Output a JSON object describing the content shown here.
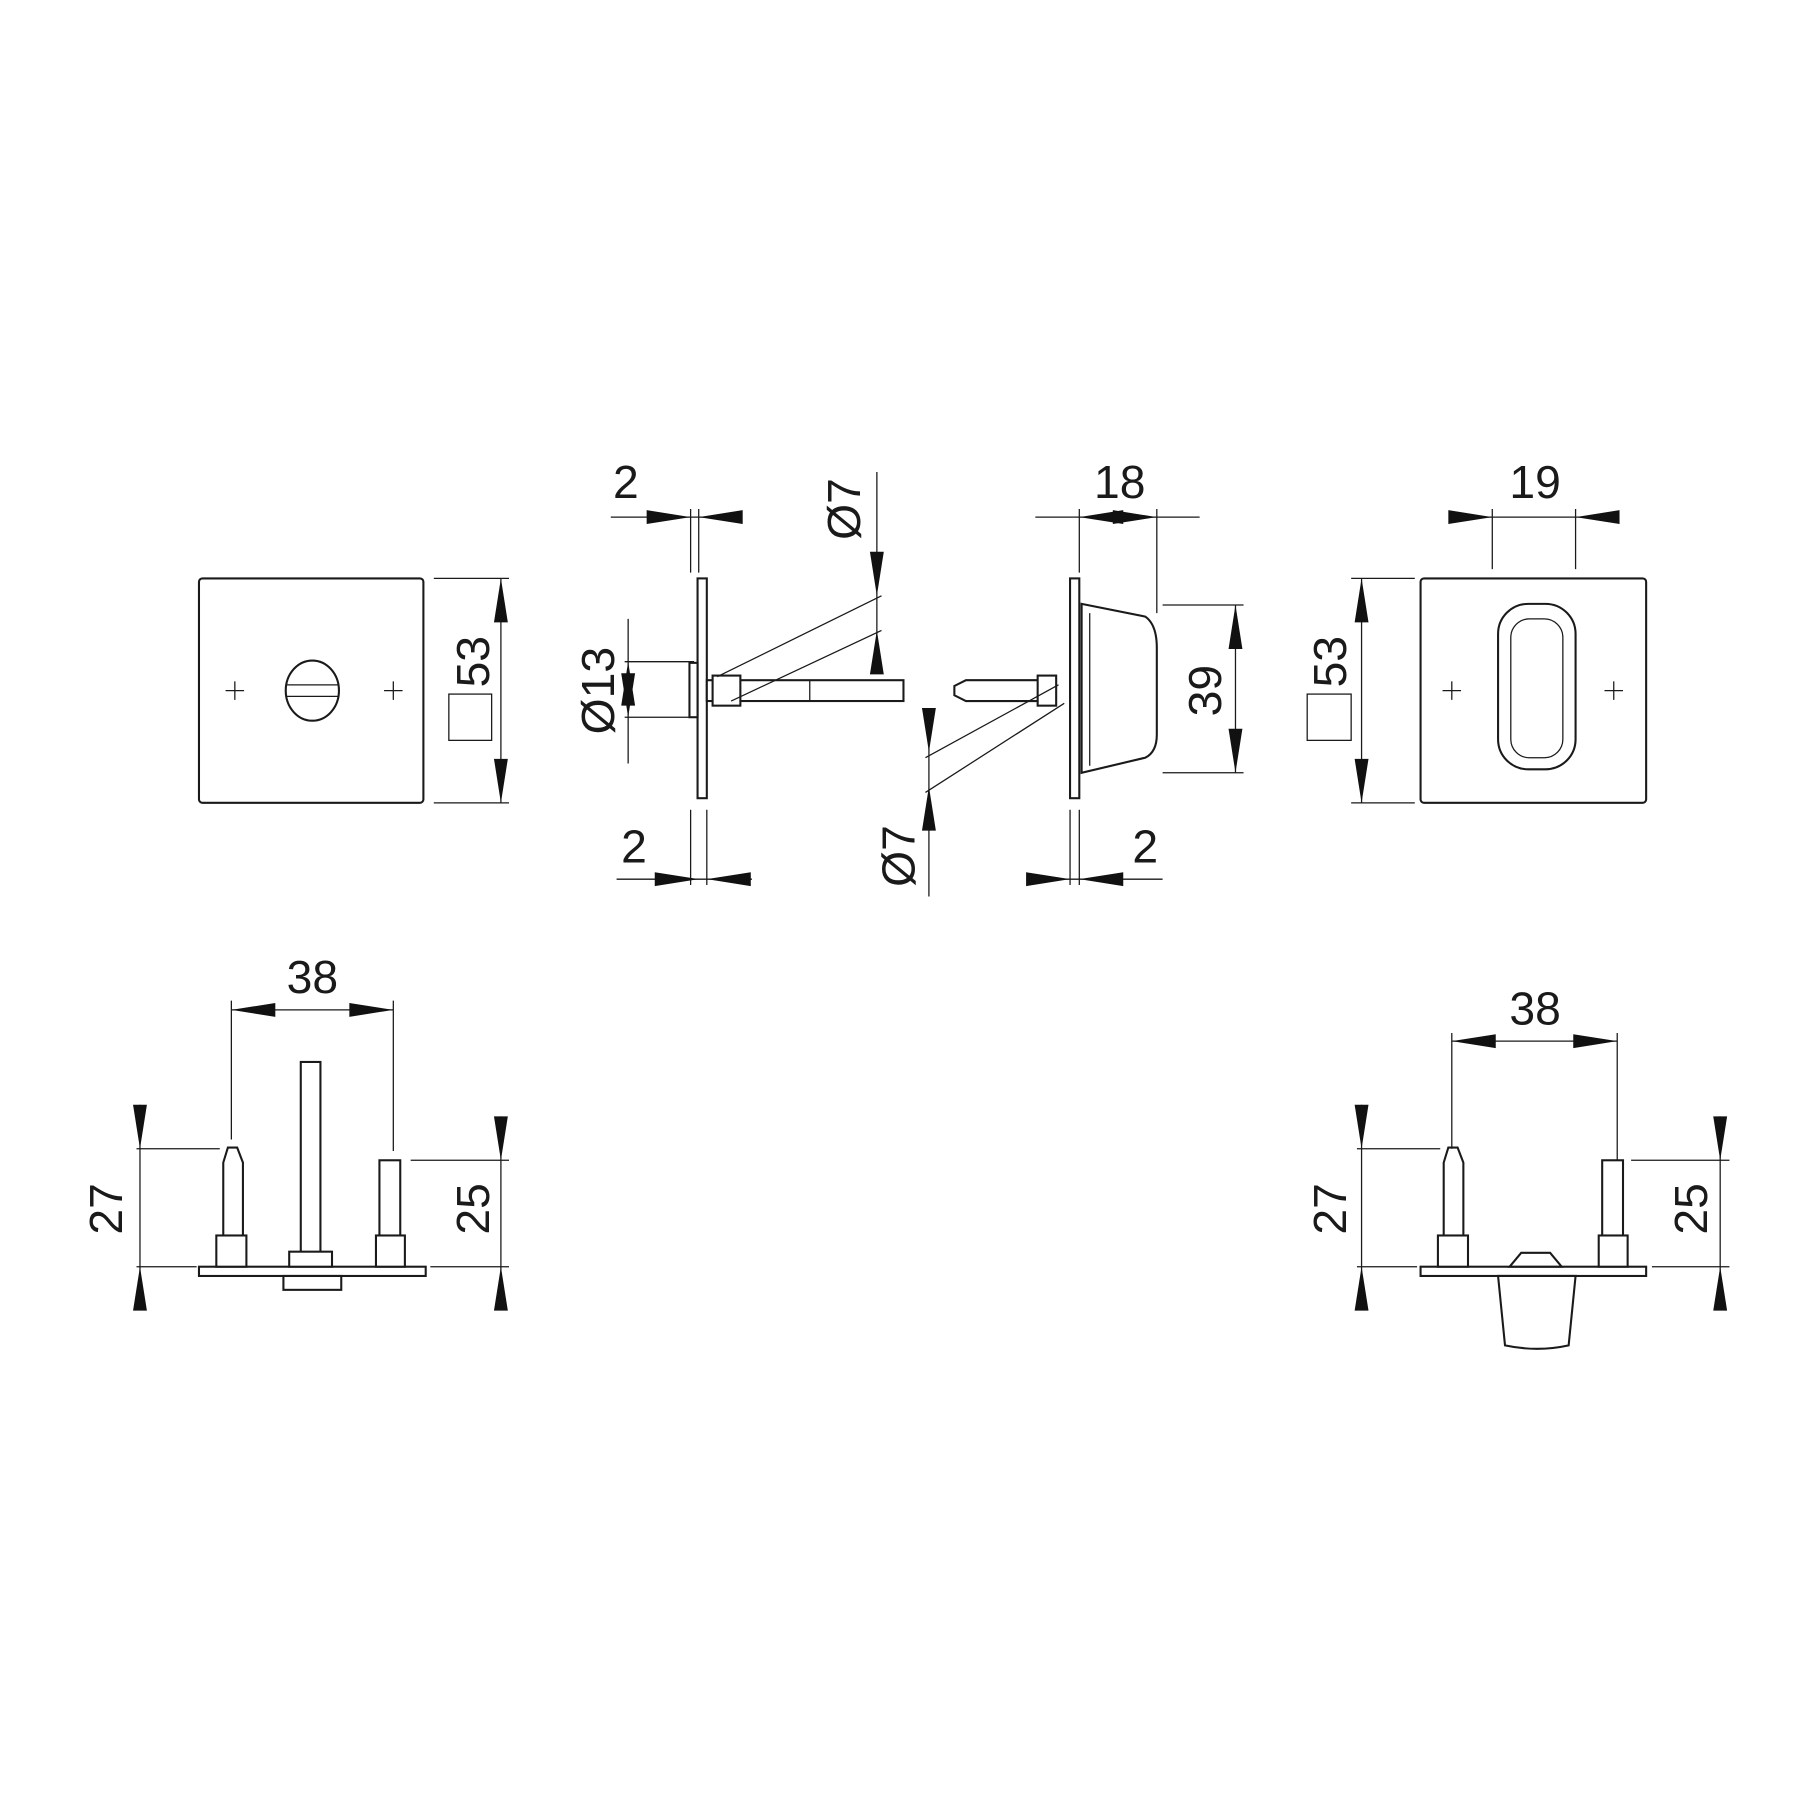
{
  "drawing": {
    "dimensions": {
      "plate_thickness_top_left": "2",
      "spindle_dia_top": "Ø7",
      "knob_depth": "18",
      "handle_width": "19",
      "rosette_size_left": "53",
      "rosette_size_right": "53",
      "collar_dia": "Ø13",
      "knob_height": "39",
      "plate_thickness_bottom_left": "2",
      "spindle_dia_bottom": "Ø7",
      "plate_thickness_bottom_right": "2",
      "screw_spacing_left": "38",
      "post_height_long_left": "27",
      "post_height_short_left": "25",
      "screw_spacing_right": "38",
      "post_height_long_right": "27",
      "post_height_short_right": "25"
    },
    "colors": {
      "line": "#1a1a1a",
      "background": "#ffffff"
    }
  }
}
